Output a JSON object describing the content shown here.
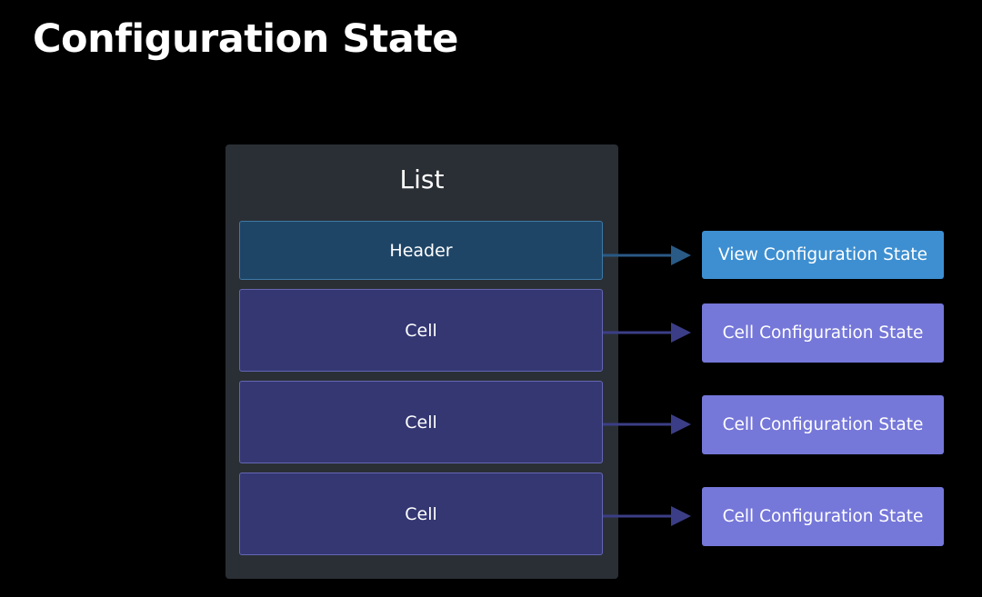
{
  "title": "Configuration State",
  "list": {
    "title": "List",
    "header_label": "Header",
    "cells": [
      "Cell",
      "Cell",
      "Cell"
    ]
  },
  "states": {
    "view_state_label": "View Configuration State",
    "cell_states": [
      "Cell Configuration State",
      "Cell Configuration State",
      "Cell Configuration State"
    ]
  },
  "colors": {
    "background": "#000000",
    "list_background": "#2a2f35",
    "header_fill": "#1f4566",
    "header_border": "#3d79a6",
    "cell_fill": "#343772",
    "cell_border": "#6466b4",
    "view_state_fill": "#3d8fd1",
    "cell_state_fill": "#7577d9",
    "header_arrow": "#2a5a86",
    "cell_arrow": "#3b3e86"
  }
}
